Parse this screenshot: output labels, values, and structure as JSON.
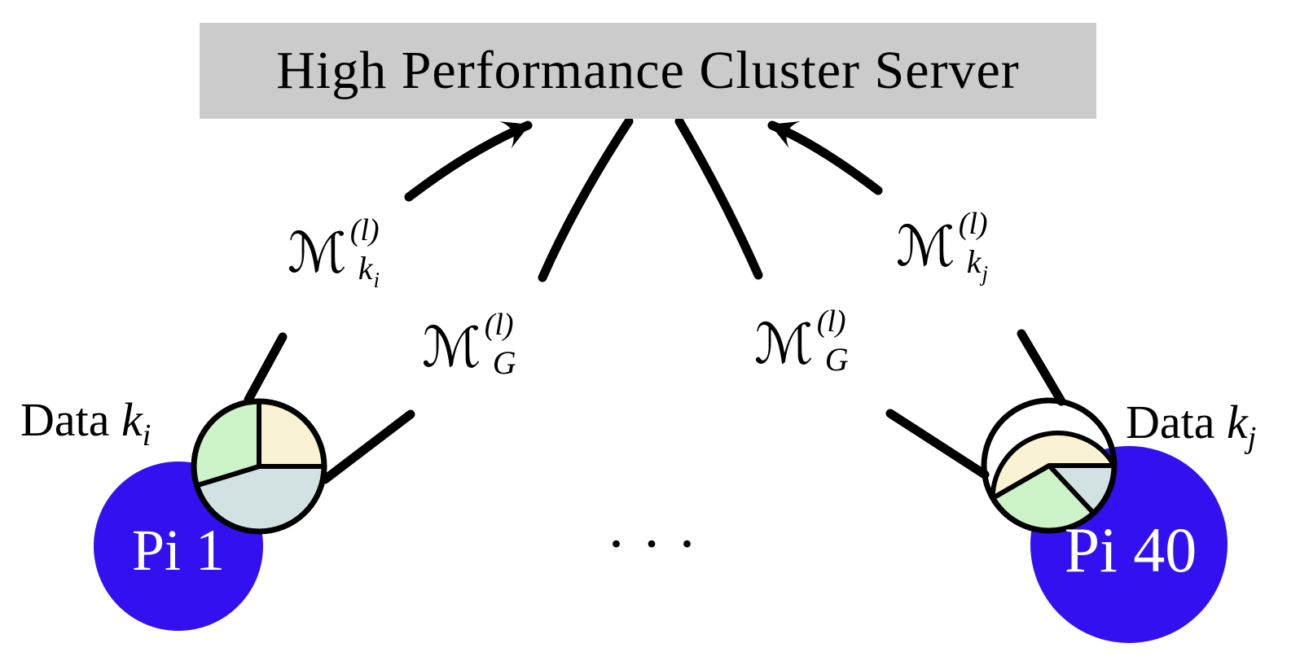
{
  "server": {
    "label": "High Performance Cluster Server",
    "box_color": "#cbcbcb",
    "text_color": "#000000"
  },
  "messages": {
    "left_upload": {
      "base": "ℳ",
      "sup": "(l)",
      "sub": "k",
      "subsub": "i"
    },
    "left_global": {
      "base": "ℳ",
      "sup": "(l)",
      "sub": "G"
    },
    "right_global": {
      "base": "ℳ",
      "sup": "(l)",
      "sub": "G"
    },
    "right_upload": {
      "base": "ℳ",
      "sup": "(l)",
      "sub": "k",
      "subsub": "j"
    }
  },
  "devices": {
    "pi1": {
      "name": "Pi 1",
      "circle_color": "#3310f0",
      "data_label": {
        "prefix": "Data",
        "var": "k",
        "sub": "i"
      },
      "pie_slices": [
        {
          "name": "cream",
          "color": "#f9f3d4",
          "fraction": 0.25
        },
        {
          "name": "blue-gray",
          "color": "#d2e2e2",
          "fraction": 0.45
        },
        {
          "name": "green",
          "color": "#cdf3c8",
          "fraction": 0.3
        }
      ]
    },
    "pi40": {
      "name": "Pi 40",
      "circle_color": "#3310f0",
      "data_label": {
        "prefix": "Data",
        "var": "k",
        "sub": "j"
      },
      "pie_slices": [
        {
          "name": "blue-gray",
          "color": "#d2e2e2",
          "fraction": 0.13
        },
        {
          "name": "green",
          "color": "#cdf3c8",
          "fraction": 0.29
        },
        {
          "name": "cream",
          "color": "#f9f3d4",
          "fraction": 0.58
        }
      ]
    }
  },
  "ellipsis": "· · ·",
  "stroke_color": "#000000"
}
